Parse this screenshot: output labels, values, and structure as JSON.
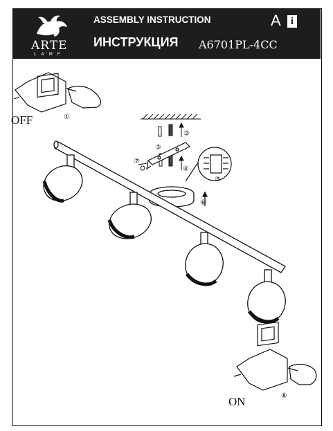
{
  "header": {
    "brand": "ARTE",
    "brand_sub": "LAMP",
    "title_en": "ASSEMBLY INSTRUCTION",
    "title_ru": "ИНСТРУКЦИЯ",
    "model": "A6701PL-4CC",
    "lang_badge": "A",
    "info_badge": "i"
  },
  "labels": {
    "off": "OFF",
    "on": "ON"
  },
  "steps": [
    "①",
    "②",
    "③",
    "④",
    "⑤",
    "⑥",
    "⑦",
    "⑧"
  ],
  "colors": {
    "header_bg": "#1d1d1d",
    "ink": "#111111"
  }
}
